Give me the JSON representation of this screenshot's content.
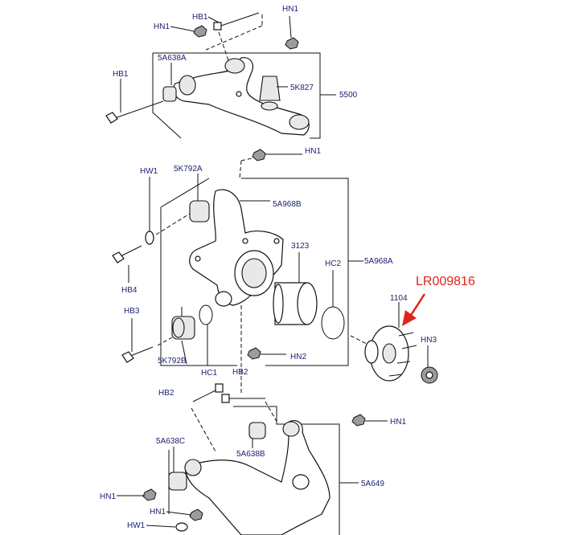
{
  "callout": {
    "part_number": "LR009816",
    "arrow_color": "#e0241b"
  },
  "labels": {
    "hb1_top": "HB1",
    "hn1_top_left": "HN1",
    "hn1_top_right": "HN1",
    "a5a638a": "5A638A",
    "hb1_left": "HB1",
    "k5k827": "5K827",
    "n5500": "5500",
    "hn1_mid": "HN1",
    "hw1_mid": "HW1",
    "k5k792a": "5K792A",
    "a5a968b": "5A968B",
    "n3123": "3123",
    "hc2": "HC2",
    "a5a968a": "5A968A",
    "hb4": "HB4",
    "hb3": "HB3",
    "n1104": "1104",
    "hn3": "HN3",
    "k5k792b": "5K792B",
    "hc1": "HC1",
    "hb2_mid": "HB2",
    "hn2": "HN2",
    "hb2_left": "HB2",
    "hn1_lower_right": "HN1",
    "a5a638c": "5A638C",
    "a5a638b": "5A638B",
    "a5a649": "5A649",
    "hn1_lower_left": "HN1",
    "hn1_bottom": "HN1",
    "hw1_bottom": "HW1"
  }
}
